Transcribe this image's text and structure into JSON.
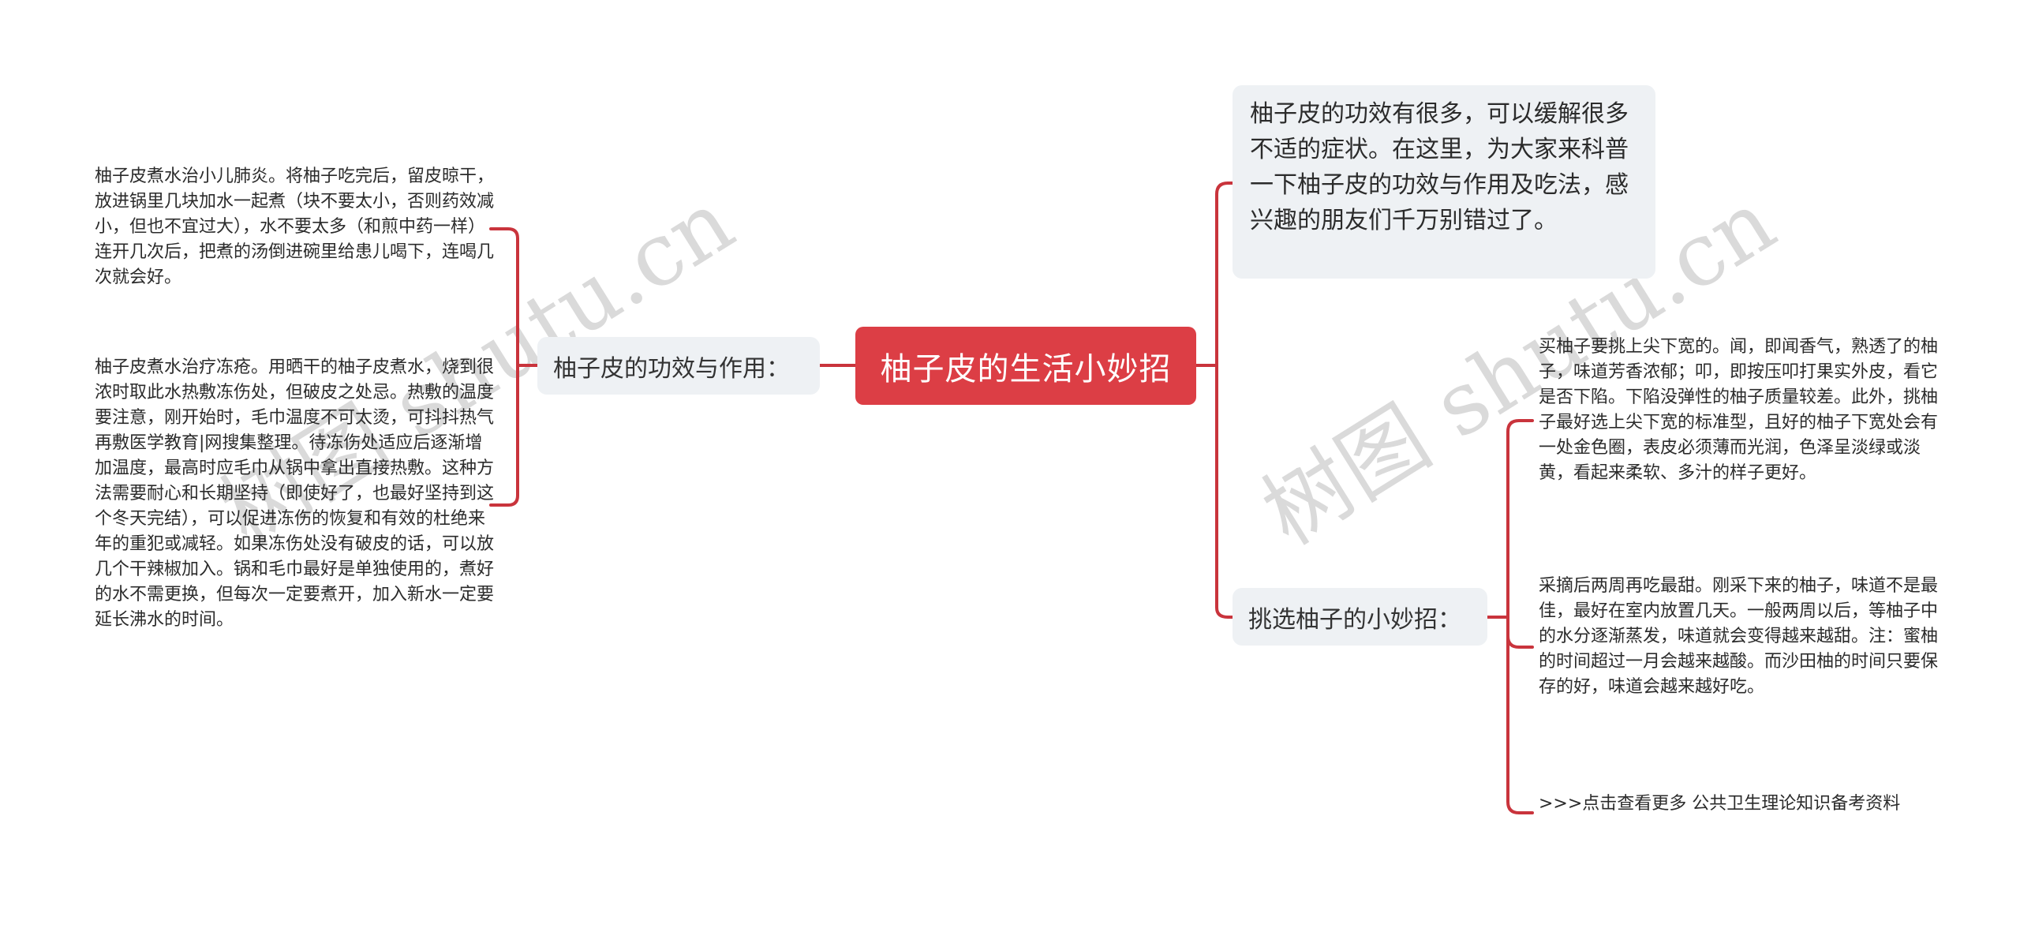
{
  "mindmap": {
    "root": {
      "label": "柚子皮的生活小妙招"
    },
    "left_branch": {
      "label": "柚子皮的功效与作用：",
      "children": [
        {
          "text": "柚子皮煮水治小儿肺炎。将柚子吃完后，留皮晾干，放进锅里几块加水一起煮（块不要太小，否则药效减小，但也不宜过大），水不要太多（和煎中药一样）连开几次后，把煮的汤倒进碗里给患儿喝下，连喝几次就会好。"
        },
        {
          "text": "柚子皮煮水治疗冻疮。用晒干的柚子皮煮水，烧到很浓时取此水热敷冻伤处，但破皮之处忌。热敷的温度要注意，刚开始时，毛巾温度不可太烫，可抖抖热气再敷医学教育|网搜集整理。待冻伤处适应后逐渐增加温度，最高时应毛巾从锅中拿出直接热敷。这种方法需要耐心和长期坚持（即使好了，也最好坚持到这个冬天完结），可以促进冻伤的恢复和有效的杜绝来年的重犯或减轻。如果冻伤处没有破皮的话，可以放几个干辣椒加入。锅和毛巾最好是单独使用的，煮好的水不需更换，但每次一定要煮开，加入新水一定要延长沸水的时间。"
        }
      ]
    },
    "right_intro": {
      "text": "柚子皮的功效有很多，可以缓解很多不适的症状。在这里，为大家来科普一下柚子皮的功效与作用及吃法，感兴趣的朋友们千万别错过了。"
    },
    "right_branch": {
      "label": "挑选柚子的小妙招：",
      "children": [
        {
          "text": "买柚子要挑上尖下宽的。闻，即闻香气，熟透了的柚子，味道芳香浓郁；叩，即按压叩打果实外皮，看它是否下陷。下陷没弹性的柚子质量较差。此外，挑柚子最好选上尖下宽的标准型，且好的柚子下宽处会有一处金色圈，表皮必须薄而光润，色泽呈淡绿或淡黄，看起来柔软、多汁的样子更好。"
        },
        {
          "text": "采摘后两周再吃最甜。刚采下来的柚子，味道不是最佳，最好在室内放置几天。一般两周以后，等柚子中的水分逐渐蒸发，味道就会变得越来越甜。注：蜜柚的时间超过一月会越来越酸。而沙田柚的时间只要保存的好，味道会越来越好吃。"
        },
        {
          "text": ">>>点击查看更多 公共卫生理论知识备考资料"
        }
      ]
    }
  },
  "watermarks": [
    {
      "text": "树图 shutu.cn"
    },
    {
      "text": "树图 shutu.cn"
    }
  ],
  "colors": {
    "root_fill": "#dc3e45",
    "connector": "#c9343c",
    "node_fill": "#eef1f4",
    "text": "#2b2b2b",
    "background": "#ffffff"
  }
}
